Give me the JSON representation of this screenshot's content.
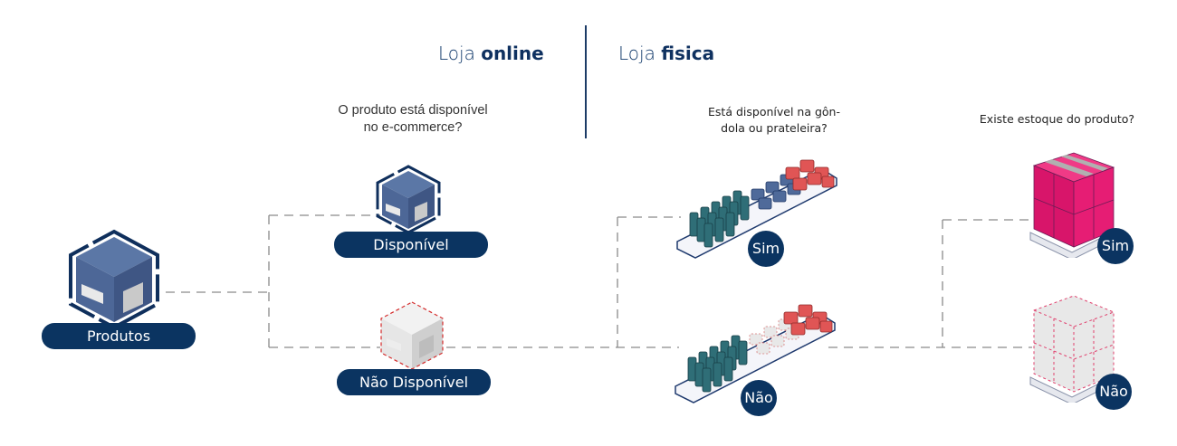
{
  "headers": {
    "online": {
      "prefix": "Loja",
      "emphasis": "online"
    },
    "physical": {
      "prefix": "Loja",
      "emphasis": "fisica"
    }
  },
  "questions": {
    "ecommerce": {
      "line1": "O produto está disponível",
      "line2": "no e-commerce?"
    },
    "shelf": {
      "line1": "Está disponível na gôn-",
      "line2": "dola ou prateleira?"
    },
    "stock": {
      "line1": "Existe estoque do produto?"
    }
  },
  "nodes": {
    "products": {
      "label": "Produtos"
    },
    "available": {
      "label": "Disponível"
    },
    "unavailable": {
      "label": "Não Disponível"
    }
  },
  "shelf_outcomes": {
    "yes": {
      "label": "Sim"
    },
    "no": {
      "label": "Não"
    }
  },
  "stock_outcomes": {
    "yes": {
      "label": "Sim"
    },
    "no": {
      "label": "Não"
    }
  },
  "colors": {
    "navy": "#0b3461",
    "box_blue": "#4f6a9a",
    "teal": "#2f6e77",
    "red": "#e05555",
    "magenta": "#e5186e",
    "connector": "#8a8a8a"
  }
}
